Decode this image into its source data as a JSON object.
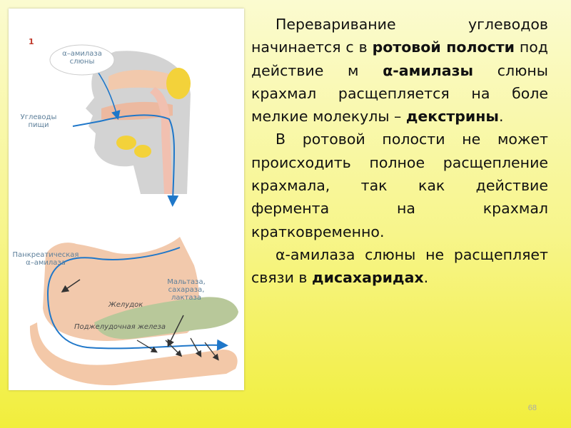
{
  "figure": {
    "number": "1",
    "labels": {
      "salivary_amylase_1": "α–амилаза",
      "salivary_amylase_2": "слюны",
      "food_carbs_1": "Углеводы",
      "food_carbs_2": "пищи",
      "pancreatic_1": "Панкреатическая",
      "pancreatic_2": "α–амилаза",
      "enzymes_1": "Мальтаза,",
      "enzymes_2": "сахараза,",
      "enzymes_3": "лактаза",
      "stomach": "Желудок",
      "pancreas": "Поджелудочная железа"
    }
  },
  "text": {
    "p1": {
      "a": "Переваривание углеводов начинается с в ",
      "b": "ротовой полости",
      "c": " под действие м ",
      "d": "α-амилазы",
      "e": " слюны крахмал расщепляется на боле мелкие молекулы – ",
      "f": "декстрины",
      "g": "."
    },
    "p2": "В ротовой полости не может происходить полное расщепление крахмала, так как действие фермента на крахмал кратковременно.",
    "p3": {
      "a": "α-амилаза слюны не расщепляет связи в ",
      "b": "дисахаридах",
      "c": "."
    }
  },
  "page_number": "68",
  "colors": {
    "arrow_blue": "#1f77c9",
    "gland_yellow": "#f3d23a",
    "tissue_pink": "#f2c9ac",
    "pancreas_green": "#b8c89a",
    "head_gray": "#c9c9c9"
  }
}
